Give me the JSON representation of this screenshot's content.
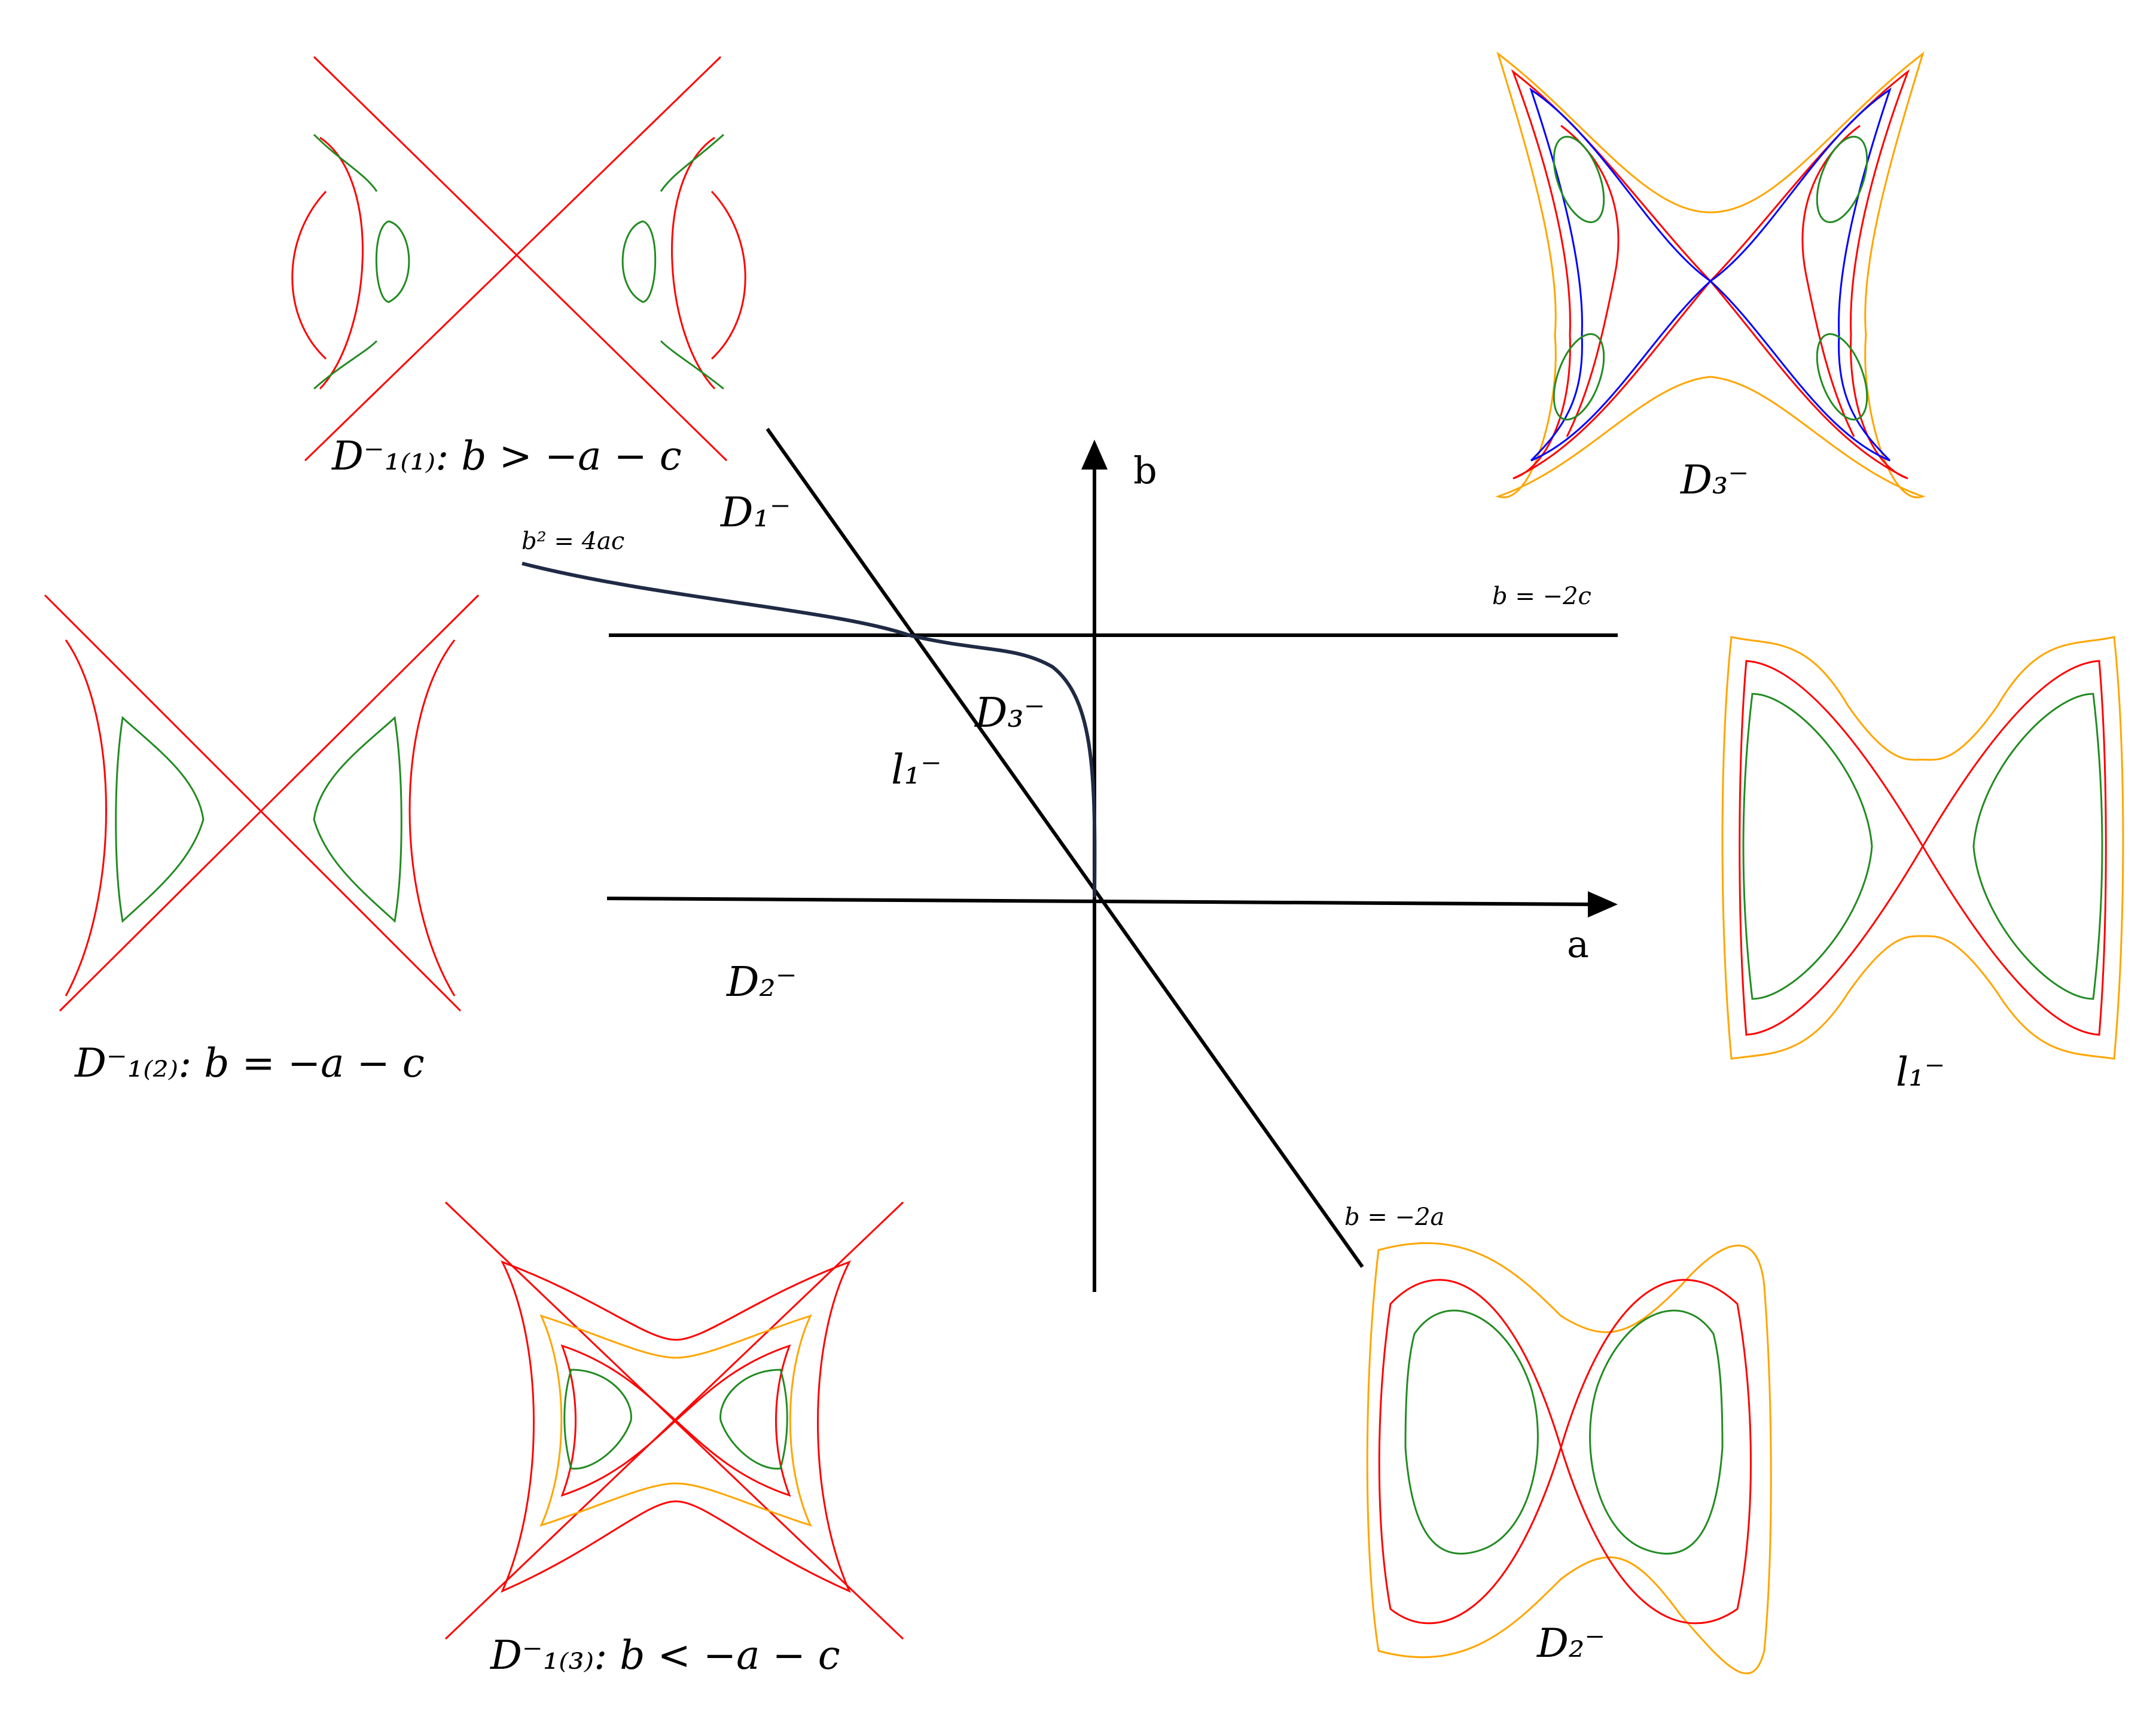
{
  "axes": {
    "a_label": "a",
    "b_label": "b"
  },
  "lines": {
    "parabola": "b² = 4ac",
    "b_minus_2c": "b = −2c",
    "b_minus_2a": "b = −2a"
  },
  "regions": {
    "d1": "D₁⁻",
    "d2": "D₂⁻",
    "d3": "D₃⁻",
    "l1": "l₁⁻"
  },
  "panels": {
    "d1_1": "D⁻₁₍₁₎: b > −a − c",
    "d1_2": "D⁻₁₍₂₎: b = −a − c",
    "d1_3": "D⁻₁₍₃₎: b < −a − c",
    "d3": "D₃⁻",
    "l1": "l₁⁻",
    "d2": "D₂⁻"
  },
  "colors": {
    "axis": "#000000",
    "parabola": "#1f2a44",
    "separatrix": "#ff0000",
    "periodic_inner": "#228b22",
    "periodic_outer": "#ffa500",
    "periodic_mid": "#0000ff"
  }
}
